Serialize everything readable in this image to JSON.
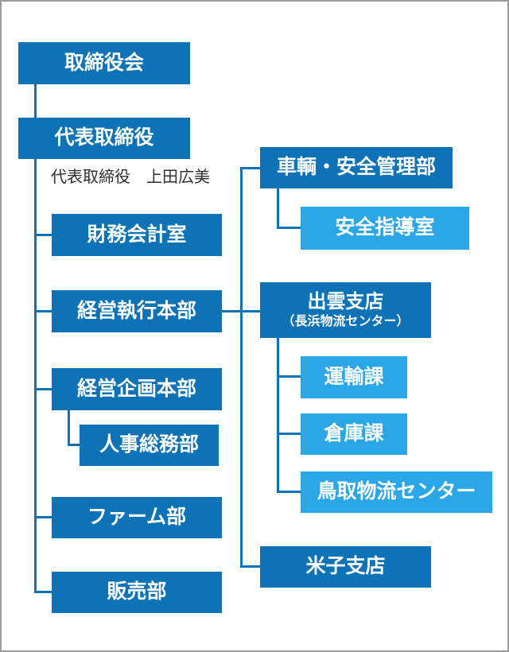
{
  "colors": {
    "primary": "#0d72b6",
    "secondary": "#2ba6e6",
    "connector": "#0d72b6",
    "name_text": "#2e2e2e",
    "border": "#9c9c9c",
    "label_text": "#ffffff"
  },
  "nodes": {
    "board": "取締役会",
    "representative_director": "代表取締役",
    "representative_name": "代表取締役　上田広美",
    "finance_accounting": "財務会計室",
    "executive_hq": "経営執行本部",
    "planning_hq": "経営企画本部",
    "hr_general_affairs": "人事総務部",
    "farm": "ファーム部",
    "sales": "販売部",
    "vehicle_safety": "車輌・安全管理部",
    "safety_guidance": "安全指導室",
    "izumo_branch": "出雲支店",
    "izumo_branch_sub": "（長浜物流センター）",
    "transport_section": "運輸課",
    "warehouse_section": "倉庫課",
    "tottori_logistics": "鳥取物流センター",
    "yonago_branch": "米子支店"
  },
  "hierarchy": {
    "取締役会": [
      "代表取締役"
    ],
    "代表取締役": [
      "財務会計室",
      "経営執行本部",
      "経営企画本部",
      "ファーム部",
      "販売部"
    ],
    "経営執行本部": [
      "車輌・安全管理部",
      "出雲支店（長浜物流センター）",
      "米子支店"
    ],
    "経営企画本部": [
      "人事総務部"
    ],
    "車輌・安全管理部": [
      "安全指導室"
    ],
    "出雲支店（長浜物流センター）": [
      "運輸課",
      "倉庫課",
      "鳥取物流センター"
    ]
  }
}
